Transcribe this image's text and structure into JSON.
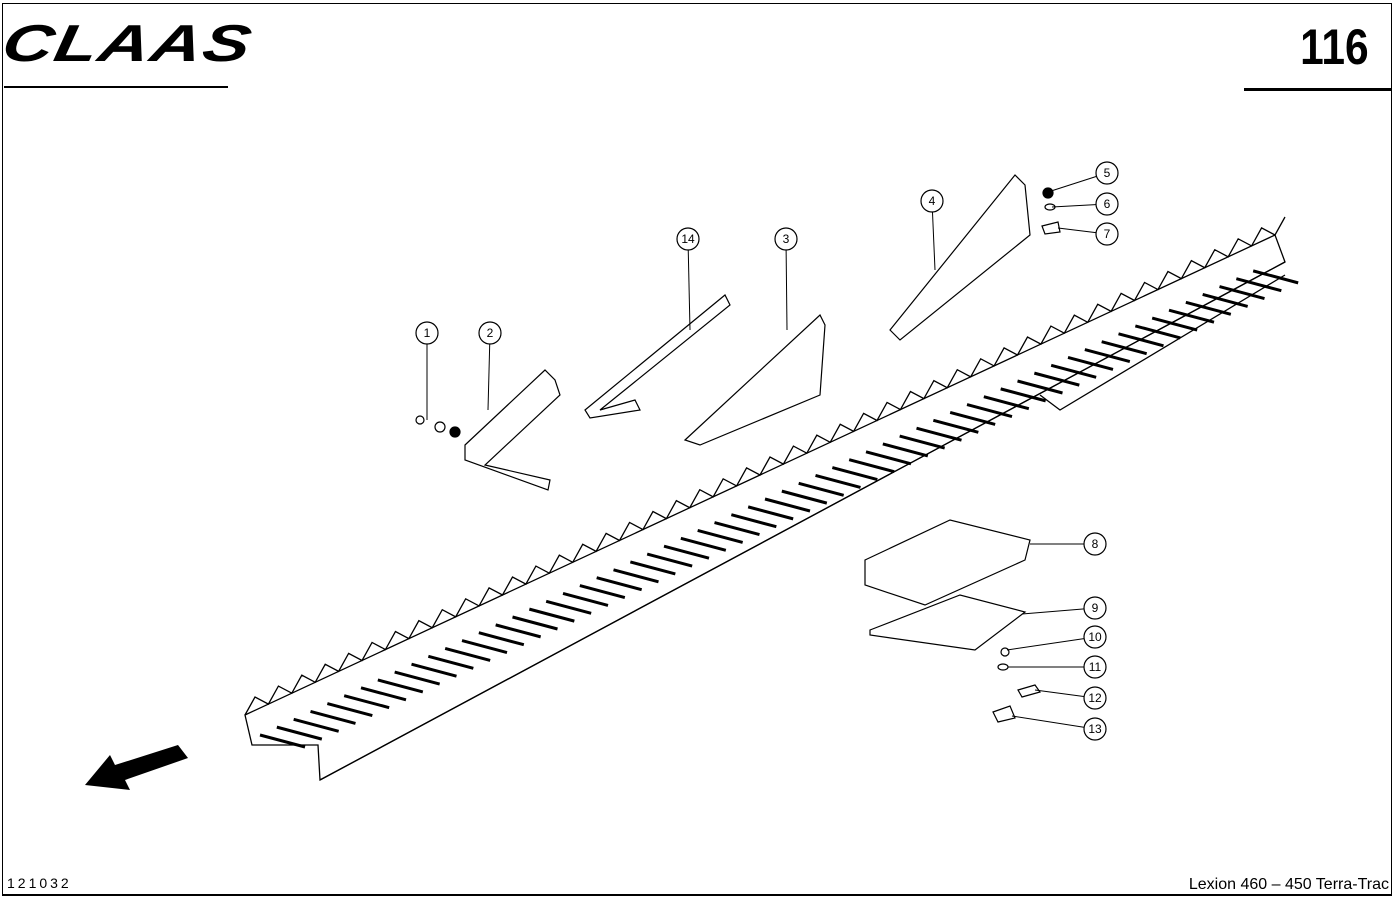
{
  "header": {
    "brand": "CLAAS",
    "page_number": "116"
  },
  "footer": {
    "drawing_number": "121032",
    "model": "Lexion 460 – 450 Terra-Trac"
  },
  "callouts": [
    "1",
    "2",
    "14",
    "3",
    "4",
    "5",
    "6",
    "7",
    "8",
    "9",
    "10",
    "11",
    "12",
    "13"
  ]
}
